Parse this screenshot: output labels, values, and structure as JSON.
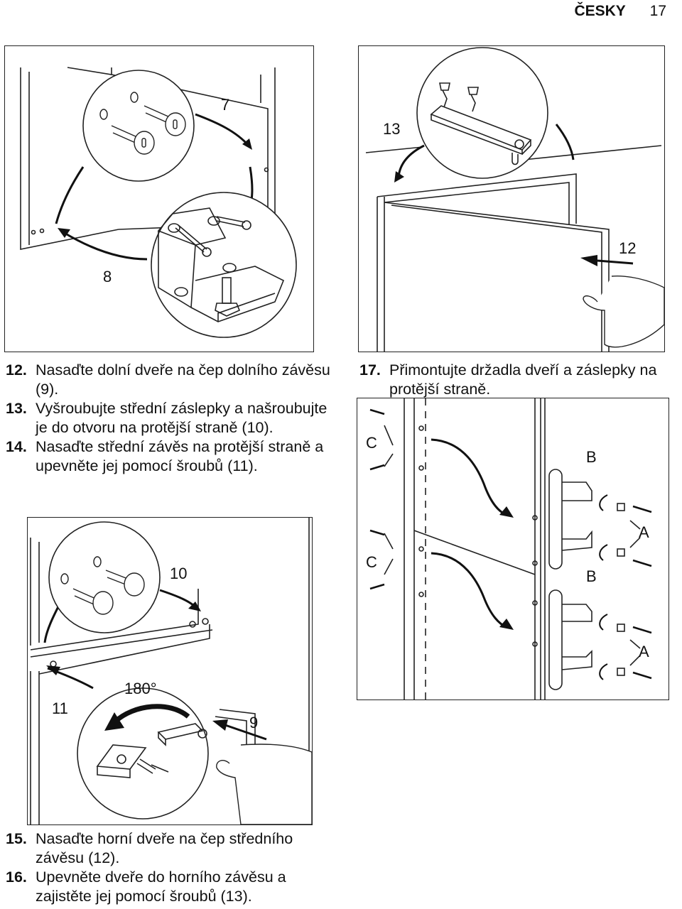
{
  "header": {
    "language": "ČESKY",
    "page_number": "17"
  },
  "figures": {
    "fig_top_left": {
      "callouts": [
        "7",
        "8"
      ]
    },
    "fig_top_right": {
      "callouts": [
        "13",
        "12"
      ]
    },
    "fig_bottom_left": {
      "callouts": [
        "10",
        "11",
        "9"
      ],
      "angle": "180°"
    },
    "fig_handles": {
      "callouts": [
        "C",
        "C",
        "B",
        "A",
        "B",
        "A"
      ]
    }
  },
  "steps_left": [
    {
      "num": "12.",
      "text": "Nasaďte dolní dveře na čep dolního závěsu (9)."
    },
    {
      "num": "13.",
      "text": "Vyšroubujte střední záslepky a našroubujte je do otvoru na protější straně (10)."
    },
    {
      "num": "14.",
      "text": "Nasaďte střední závěs na protější straně a upevněte jej pomocí šroubů (11)."
    }
  ],
  "steps_right": [
    {
      "num": "17.",
      "text": "Přimontujte držadla dveří a záslepky na protější straně."
    }
  ],
  "steps_bottom": [
    {
      "num": "15.",
      "text": "Nasaďte horní dveře na čep středního závěsu (12)."
    },
    {
      "num": "16.",
      "text": "Upevněte dveře do horního závěsu a zajistěte jej pomocí šroubů (13)."
    }
  ]
}
